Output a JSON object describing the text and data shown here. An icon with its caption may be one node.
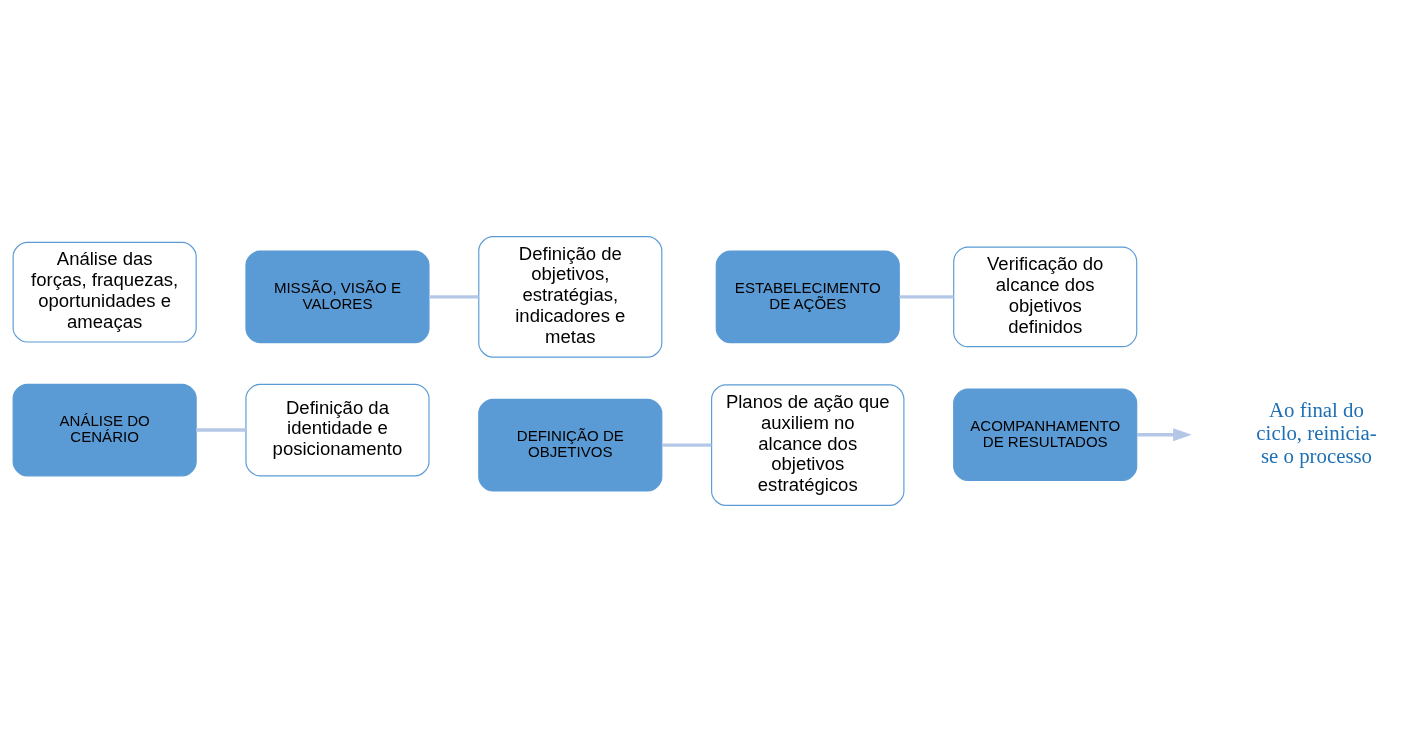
{
  "diagram": {
    "nodes": [
      {
        "text": [
          "ANÁLISE DO CENÁRIO"
        ]
      },
      {
        "text": [
          "Análise das forças, fraquezas, oportunidades e ameaças"
        ]
      },
      {
        "text": [
          "MISSÃO, VISÃO E VALORES"
        ]
      },
      {
        "text": [
          "Definição da identidade e posicionamento"
        ]
      },
      {
        "text": [
          "DEFINIÇÃO DE OBJETIVOS"
        ]
      },
      {
        "text": [
          "Definição de objetivos, estratégias, indicadores e metas"
        ]
      },
      {
        "text": [
          "ESTABELECIMENTO DE AÇÕES"
        ]
      },
      {
        "text": [
          "Planos de ação que auxiliem no alcance dos objetivos estratégicos"
        ]
      },
      {
        "text": [
          "ACOMPANHAMENTO DE RESULTADOS"
        ]
      },
      {
        "text": [
          "Verificação do alcance dos objetivos definidos"
        ]
      }
    ],
    "edges": [
      {
        "from": 0,
        "to": 3,
        "arrow": "none"
      },
      {
        "from": 2,
        "to": 5,
        "arrow": "none"
      },
      {
        "from": 4,
        "to": 7,
        "arrow": "none"
      },
      {
        "from": 6,
        "to": 9,
        "arrow": "none"
      },
      {
        "from": 8,
        "to": null,
        "arrow": "to"
      }
    ],
    "labels": [
      "Ao final do ciclo, reinicia-se o processo"
    ]
  }
}
